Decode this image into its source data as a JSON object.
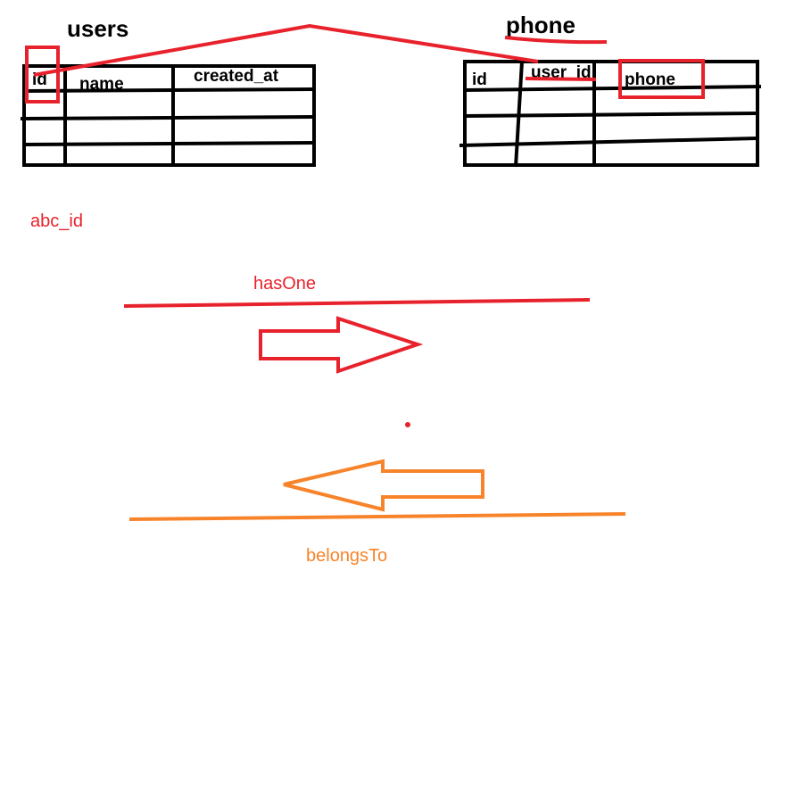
{
  "users_table": {
    "title": "users",
    "columns": [
      "id",
      "name",
      "created_at"
    ]
  },
  "phone_table": {
    "title": "phone",
    "columns": [
      "id",
      "user_id",
      "phone"
    ]
  },
  "annotations": {
    "foreign_key_example": "abc_id",
    "has_one": "hasOne",
    "belongs_to": "belongsTo"
  },
  "colors": {
    "table_lines": "#000000",
    "highlight_red": "#e8222c",
    "has_one_red": "#e8222c",
    "belongs_to_orange": "#f7842b"
  }
}
